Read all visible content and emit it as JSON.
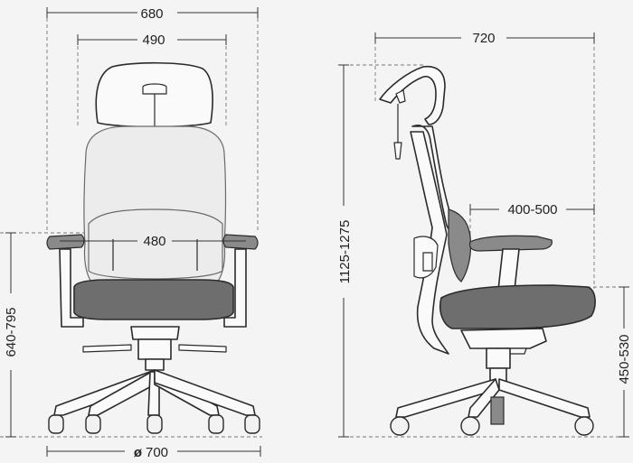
{
  "front_view": {
    "overall_width": "680",
    "back_width": "490",
    "armrest_span": "480",
    "seat_height": "640-795",
    "base_diameter": "700",
    "diameter_symbol": "ø"
  },
  "side_view": {
    "depth": "720",
    "armrest_depth": "400-500",
    "total_height": "1125-1275",
    "armrest_height": "450-530"
  },
  "colors": {
    "background": "#f4f4f4",
    "outline": "#2b2b2b",
    "seat_fabric": "#6e6e6e",
    "mesh": "#ececec"
  }
}
